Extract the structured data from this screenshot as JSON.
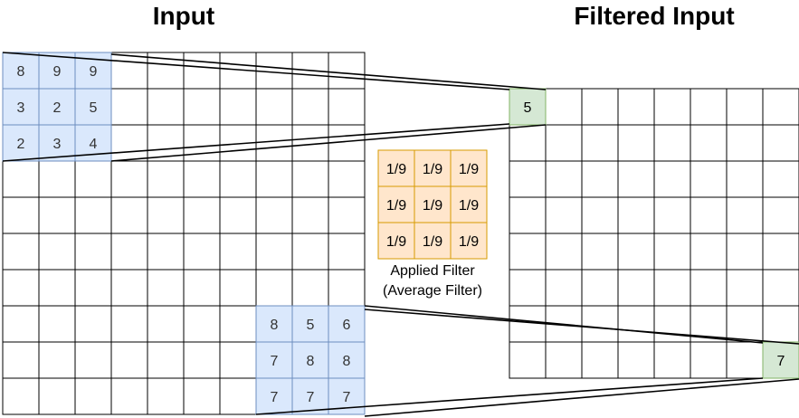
{
  "titles": {
    "input": "Input",
    "filtered": "Filtered Input"
  },
  "input_patch_top": [
    [
      "8",
      "9",
      "9"
    ],
    [
      "3",
      "2",
      "5"
    ],
    [
      "2",
      "3",
      "4"
    ]
  ],
  "input_patch_bottom": [
    [
      "8",
      "5",
      "6"
    ],
    [
      "7",
      "8",
      "8"
    ],
    [
      "7",
      "7",
      "7"
    ]
  ],
  "filter": {
    "values": [
      [
        "1/9",
        "1/9",
        "1/9"
      ],
      [
        "1/9",
        "1/9",
        "1/9"
      ],
      [
        "1/9",
        "1/9",
        "1/9"
      ]
    ],
    "caption_line1": "Applied Filter",
    "caption_line2": "(Average Filter)"
  },
  "outputs": {
    "top": "5",
    "bottom": "7"
  },
  "colors": {
    "patch_fill": "#dae8fc",
    "patch_stroke": "#6c8ebf",
    "filter_fill": "#ffe6cc",
    "filter_stroke": "#d79b00",
    "output_fill": "#d5e8d4",
    "output_stroke": "#82b366"
  }
}
